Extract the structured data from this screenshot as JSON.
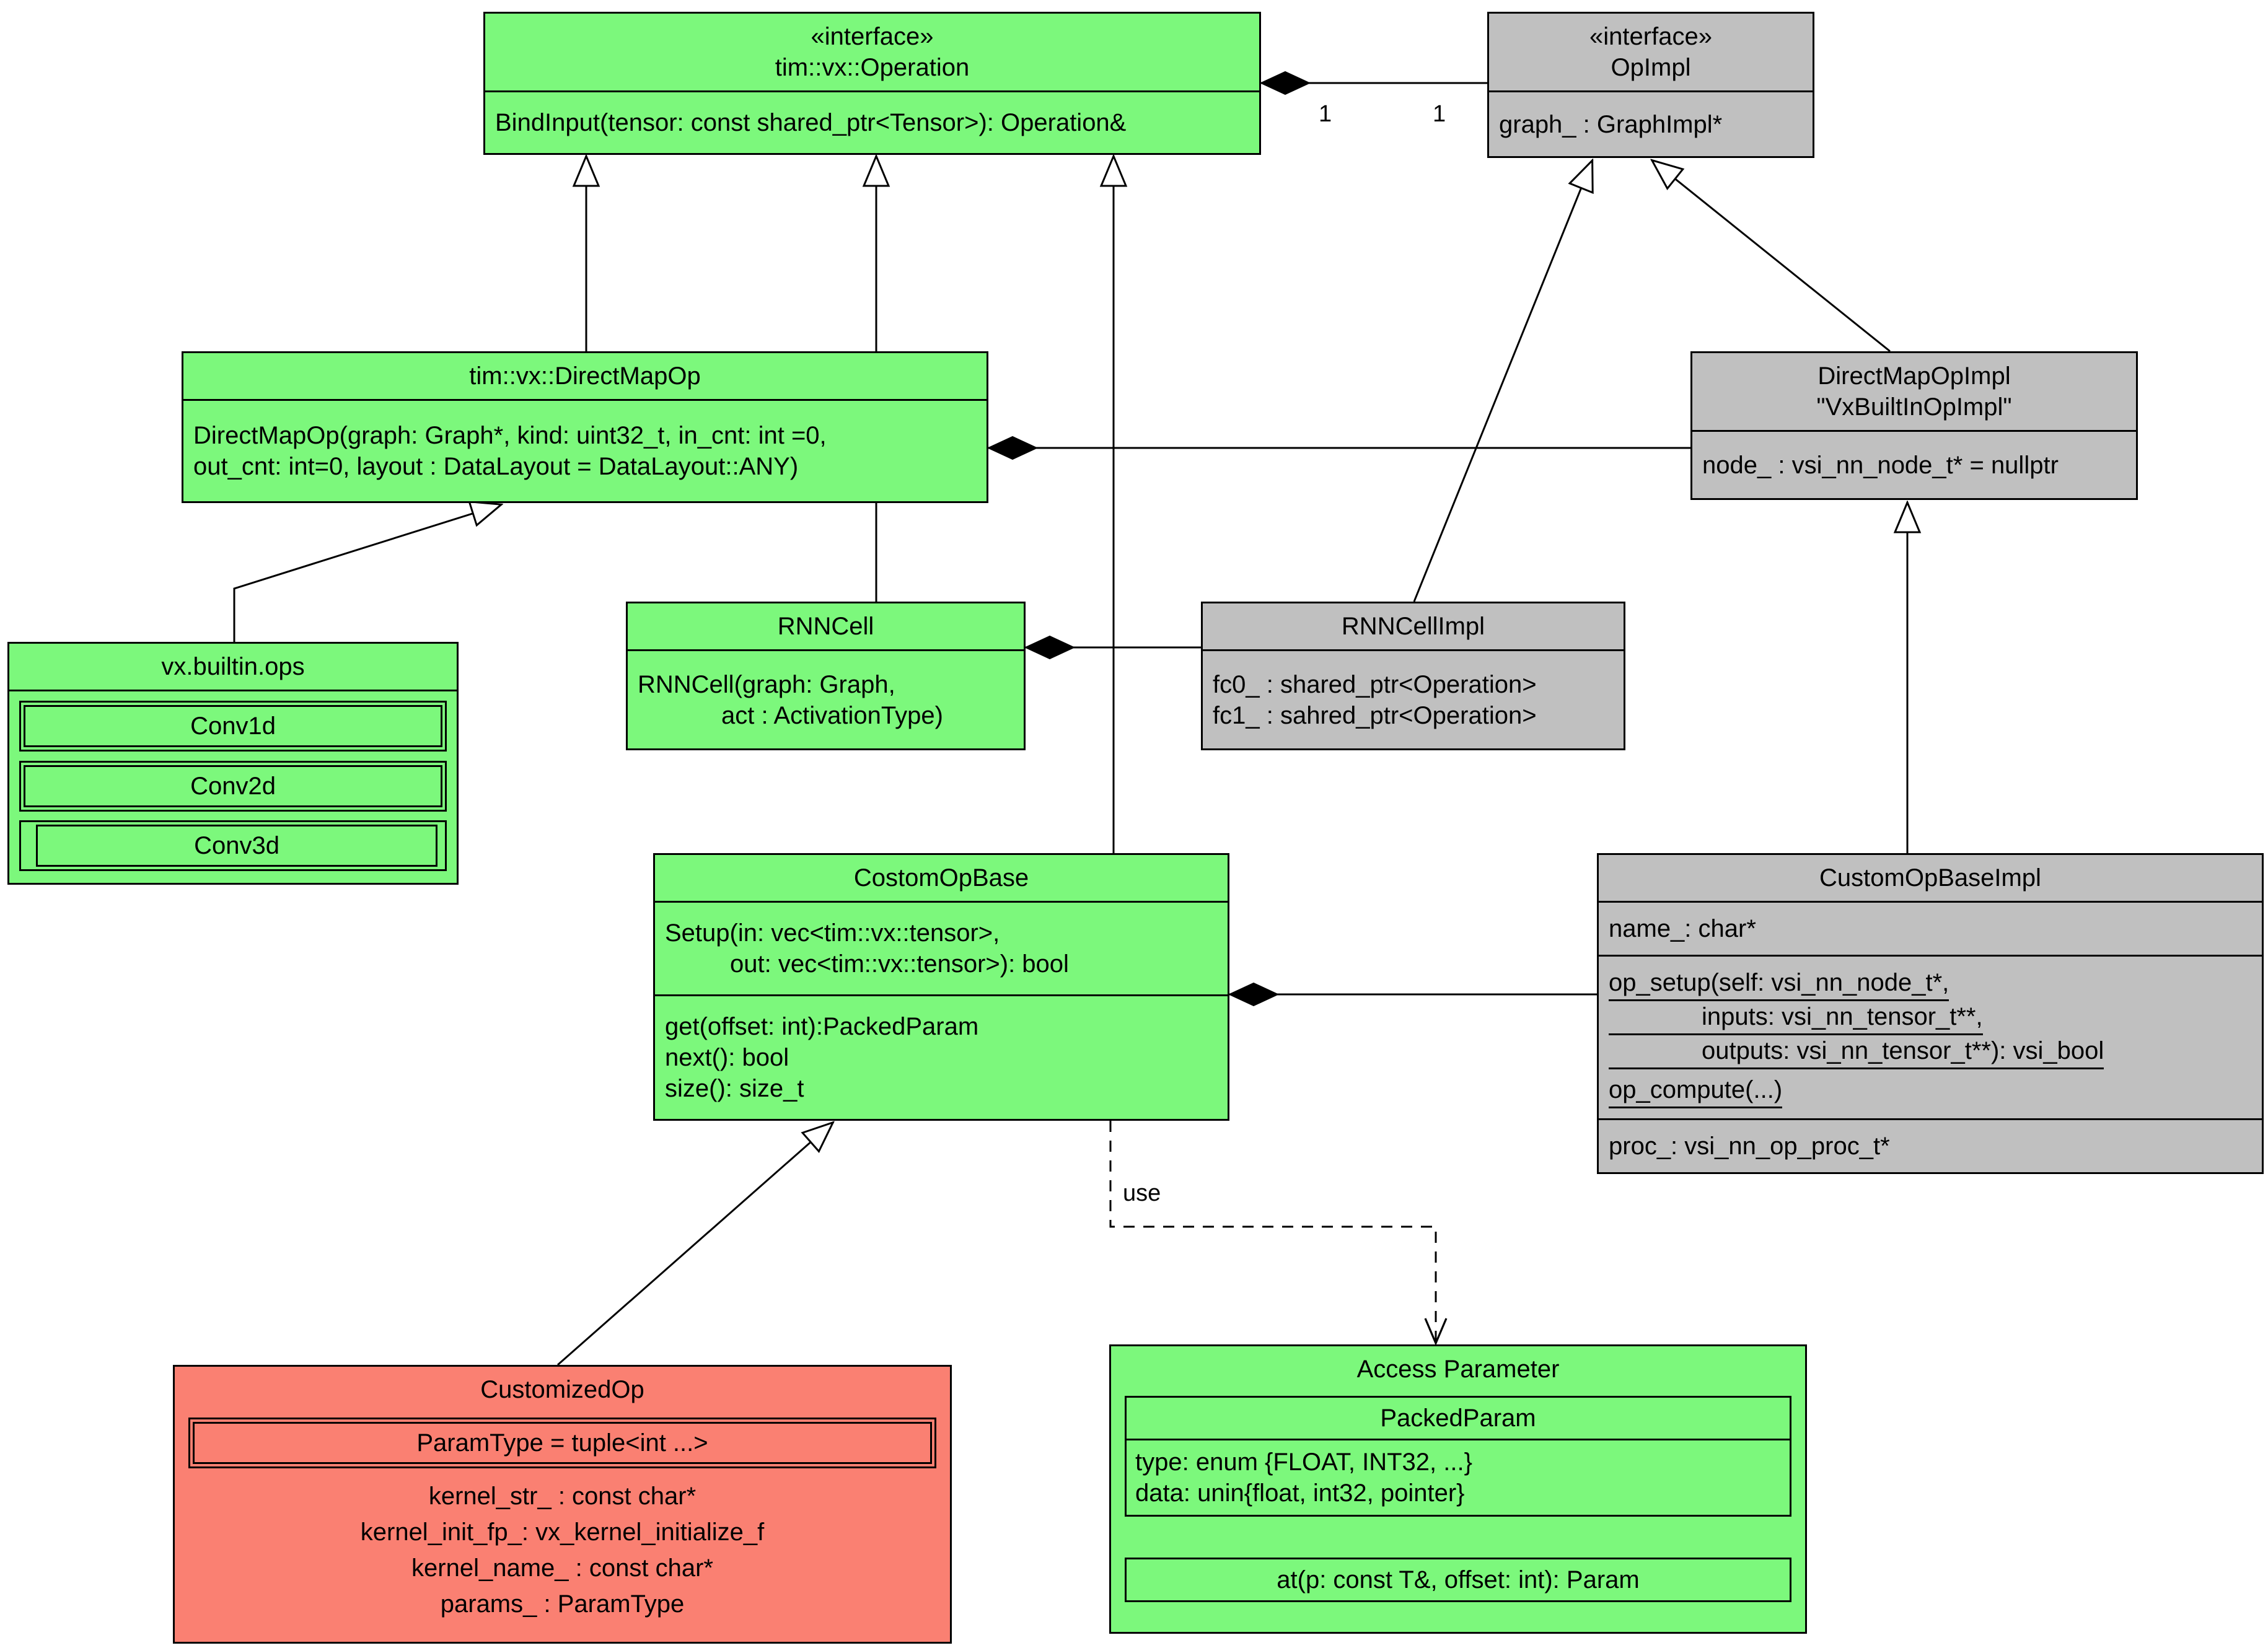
{
  "colors": {
    "green": "#7cf87c",
    "gray": "#c0c0c0",
    "red": "#fa8072"
  },
  "edge_labels": {
    "mult_left": "1",
    "mult_right": "1",
    "use": "use"
  },
  "classes": {
    "operation": {
      "stereotype": "«interface»",
      "name": "tim::vx::Operation",
      "method": "BindInput(tensor: const shared_ptr<Tensor>): Operation&"
    },
    "opimpl": {
      "stereotype": "«interface»",
      "name": "OpImpl",
      "attr": "graph_ : GraphImpl*"
    },
    "directmapop": {
      "name": "tim::vx::DirectMapOp",
      "ctor_line1": "DirectMapOp(graph: Graph*, kind: uint32_t, in_cnt: int =0,",
      "ctor_line2": "out_cnt: int=0, layout : DataLayout = DataLayout::ANY)"
    },
    "directmapopimpl": {
      "name": "DirectMapOpImpl",
      "alias": "\"VxBuiltInOpImpl\"",
      "attr": "node_ : vsi_nn_node_t* = nullptr"
    },
    "builtinops": {
      "name": "vx.builtin.ops",
      "items": [
        "Conv1d",
        "Conv2d",
        "Conv3d"
      ]
    },
    "rnncell": {
      "name": "RNNCell",
      "ctor_line1": "RNNCell(graph: Graph,",
      "ctor_line2": "act : ActivationType)"
    },
    "rnncellimpl": {
      "name": "RNNCellImpl",
      "attr1": "fc0_ : shared_ptr<Operation>",
      "attr2": "fc1_ : sahred_ptr<Operation>"
    },
    "costomopbase": {
      "name": "CostomOpBase",
      "setup_line1": "Setup(in: vec<tim::vx::tensor>,",
      "setup_line2": "out: vec<tim::vx::tensor>): bool",
      "method1": "get(offset: int):PackedParam",
      "method2": "next(): bool",
      "method3": "size(): size_t"
    },
    "customopbaseimpl": {
      "name": "CustomOpBaseImpl",
      "attr1": "name_: char*",
      "op_setup_line1": "op_setup(self: vsi_nn_node_t*,",
      "op_setup_line2": "inputs: vsi_nn_tensor_t**,",
      "op_setup_line3": "outputs: vsi_nn_tensor_t**): vsi_bool",
      "op_compute": "op_compute(...)",
      "attr2": "proc_: vsi_nn_op_proc_t*"
    },
    "customizedop": {
      "name": "CustomizedOp",
      "param_type": "ParamType = tuple<int ...>",
      "field1": "kernel_str_ : const char*",
      "field2": "kernel_init_fp_: vx_kernel_initialize_f",
      "field3": "kernel_name_ : const char*",
      "field4": "params_ : ParamType"
    },
    "accessparam": {
      "name": "Access Parameter",
      "packedparam_name": "PackedParam",
      "attr1": "type: enum {FLOAT, INT32, ...}",
      "attr2": "data: unin{float, int32, pointer}",
      "method": "at(p: const T&, offset: int): Param"
    }
  }
}
